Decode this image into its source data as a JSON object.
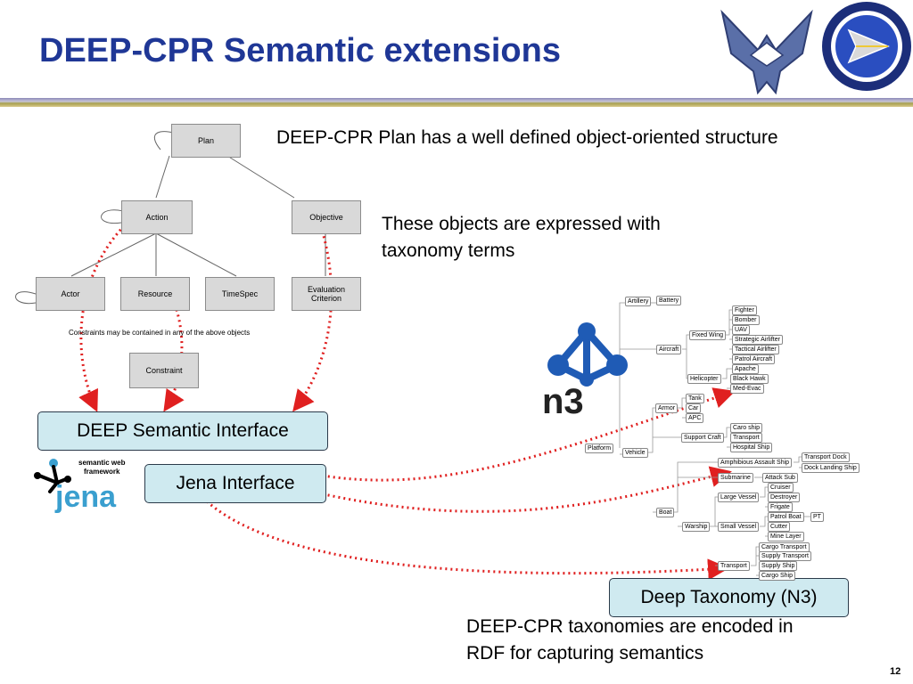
{
  "title": "DEEP-CPR Semantic extensions",
  "page_number": "12",
  "text": {
    "plan_structure": "DEEP-CPR Plan has a well defined object-oriented structure",
    "taxonomy_line1": "These objects are expressed with",
    "taxonomy_line2": "taxonomy terms",
    "rdf_line1": "DEEP-CPR taxonomies are encoded in",
    "rdf_line2": "RDF for capturing semantics"
  },
  "uml": {
    "plan": "Plan",
    "action": "Action",
    "objective": "Objective",
    "actor": "Actor",
    "resource": "Resource",
    "timespec": "TimeSpec",
    "evaluation_line1": "Evaluation",
    "evaluation_line2": "Criterion",
    "constraints_note": "Constraints  may be contained in any of the above objects",
    "constraint": "Constraint"
  },
  "interfaces": {
    "semantic": "DEEP Semantic Interface",
    "jena": "Jena Interface",
    "taxonomy": "Deep Taxonomy (N3)"
  },
  "jena_logo": {
    "tag1": "semantic web",
    "tag2": "framework",
    "name": "jena"
  },
  "n3_logo": {
    "name": "n3"
  },
  "taxonomy_tree": {
    "root": "Platform",
    "artillery": "Artillery",
    "battery": "Battery",
    "aircraft": "Aircraft",
    "fixed_wing": "Fixed Wing",
    "helicopter": "Helicopter",
    "fighter": "Fighter",
    "bomber": "Bomber",
    "uav": "UAV",
    "strategic_airlifter": "Strategic  Airlifter",
    "tactical_airlifter": "Tactical Airlifter",
    "patrol_aircraft": "Patrol Aircraft",
    "apache": "Apache",
    "black_hawk": "Black Hawk",
    "med_evac": "Med-Evac",
    "armor": "Armor",
    "tank": "Tank",
    "car": "Car",
    "apc": "APC",
    "vehicle": "Vehicle",
    "support_craft": "Support Craft",
    "caro_ship": "Caro ship",
    "transport": "Transport",
    "hospital_ship": "Hospital Ship",
    "boat": "Boat",
    "amphibious": "Amphibious Assault Ship",
    "transport_dock": "Transport Dock",
    "dock_landing": "Dock Landing Ship",
    "submarine": "Submarine",
    "attack_sub": "Attack Sub",
    "warship": "Warship",
    "large_vessel": "Large Vessel",
    "cruiser": "Cruiser",
    "destroyer": "Destroyer",
    "frigate": "Frigate",
    "small_vessel": "Small Vessel",
    "patrol_boat": "Patrol Boat",
    "pt": "PT",
    "cutter": "Cutter",
    "mine_layer": "Mine Layer",
    "transport2": "Transport",
    "cargo_transport": "Cargo Transport",
    "supply_transport": "Supply Transport",
    "supply_ship": "Supply Ship",
    "cargo_ship": "Cargo Ship"
  },
  "colors": {
    "title": "#1f3796",
    "pill_fill": "#cfeaf0",
    "arrow": "#e02020",
    "uml_fill": "#d9d9d9"
  }
}
